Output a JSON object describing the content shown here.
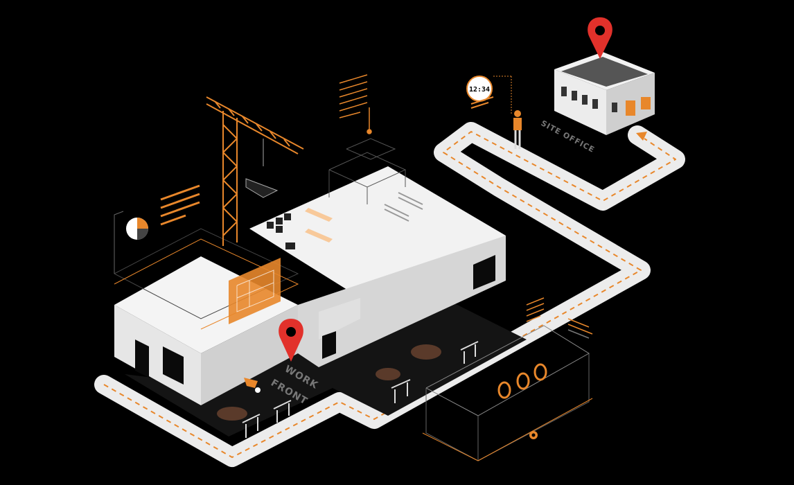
{
  "labels": {
    "site_office": "SITE OFFICE",
    "work_front_line1": "WORK",
    "work_front_line2": "FRONT",
    "clock_time": "12:34"
  },
  "icons": {
    "site_office_pin": "location-pin-icon",
    "work_front_pin": "location-pin-icon",
    "clock": "clock-icon",
    "pie": "pie-chart-icon",
    "gear": "gear-icon"
  },
  "colors": {
    "background": "#000000",
    "accent": "#e8872b",
    "pin": "#e2312b",
    "road": "#ececec",
    "building": "#f2f2f2",
    "building_side": "#d4d4d4",
    "ground": "#141414"
  }
}
